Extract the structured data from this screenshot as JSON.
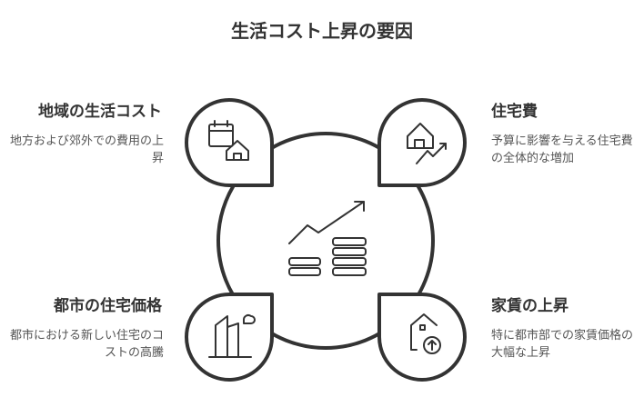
{
  "title": "生活コスト上昇の要因",
  "items": [
    {
      "title": "地域の生活コスト",
      "desc": "地方および郊外での費用の上昇",
      "icon": "calendar-house-icon"
    },
    {
      "title": "住宅費",
      "desc": "予算に影響を与える住宅費の全体的な増加",
      "icon": "house-trend-icon"
    },
    {
      "title": "都市の住宅価格",
      "desc": "都市における新しい住宅のコストの高騰",
      "icon": "city-buildings-icon"
    },
    {
      "title": "家賃の上昇",
      "desc": "特に都市部での家賃価格の大幅な上昇",
      "icon": "house-up-arrow-icon"
    }
  ],
  "center_icon": "coins-growth-icon",
  "colors": {
    "stroke": "#333333",
    "text": "#333333",
    "muted": "#555555"
  }
}
